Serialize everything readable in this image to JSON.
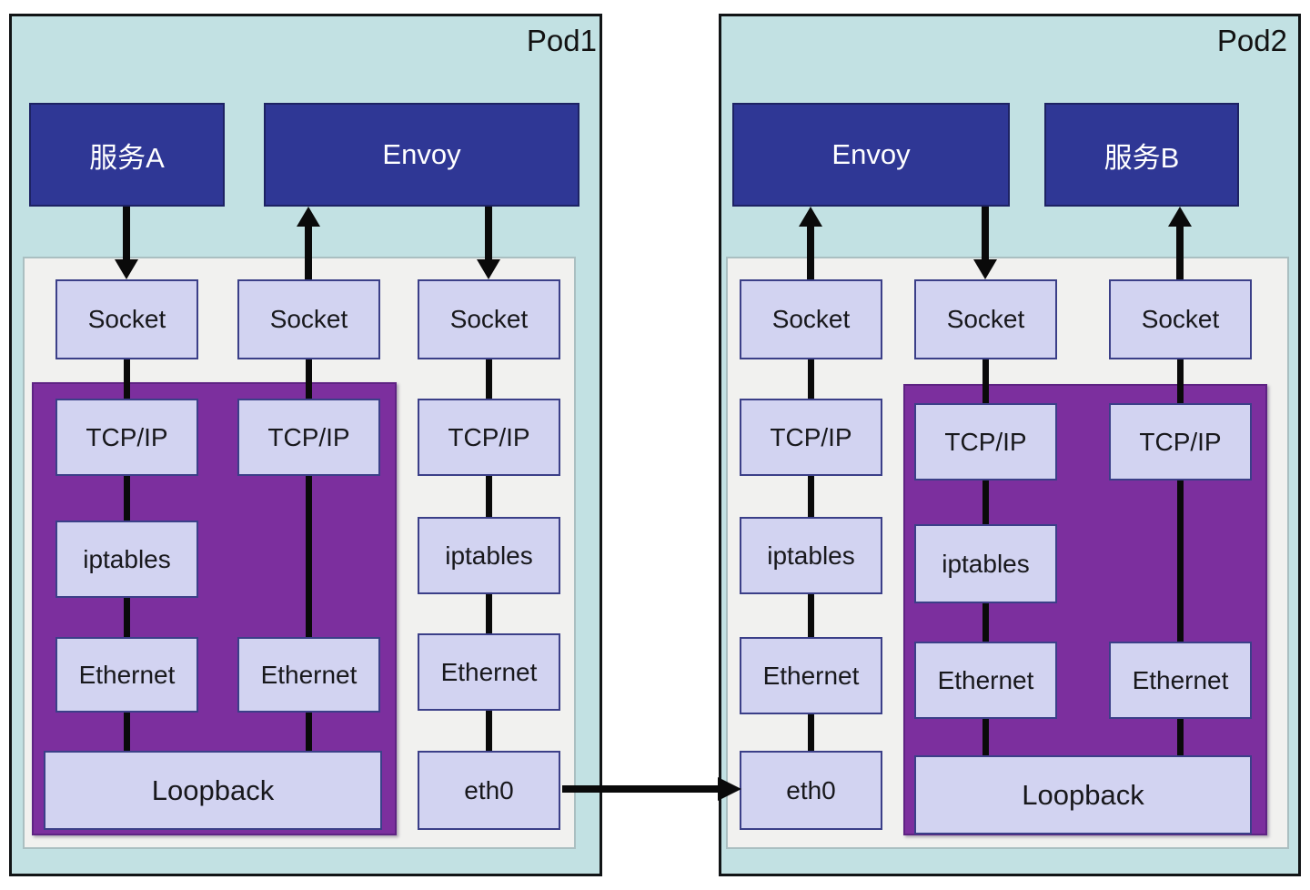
{
  "colors": {
    "pod_bg": "#c2e1e3",
    "pod_border": "#111416",
    "inner_bg": "#f1f1ef",
    "inner_border": "#aabfc1",
    "ns_bg": "#7c2f9e",
    "ns_border": "#5e2383",
    "node_bg": "#d2d3f1",
    "node_border": "#3b3f88",
    "service_bg": "#2f3795",
    "service_border": "#1d2263",
    "arrow": "#0a0a0a"
  },
  "pods": [
    {
      "label": "Pod1",
      "services": [
        {
          "label": "服务A"
        },
        {
          "label": "Envoy"
        }
      ],
      "columns": [
        {
          "nodes": [
            "Socket",
            "TCP/IP",
            "iptables",
            "Ethernet"
          ]
        },
        {
          "nodes": [
            "Socket",
            "TCP/IP",
            "Ethernet"
          ]
        },
        {
          "nodes": [
            "Socket",
            "TCP/IP",
            "iptables",
            "Ethernet",
            "eth0"
          ]
        }
      ],
      "loopback_label": "Loopback"
    },
    {
      "label": "Pod2",
      "services": [
        {
          "label": "Envoy"
        },
        {
          "label": "服务B"
        }
      ],
      "columns": [
        {
          "nodes": [
            "Socket",
            "TCP/IP",
            "iptables",
            "Ethernet",
            "eth0"
          ]
        },
        {
          "nodes": [
            "Socket",
            "TCP/IP",
            "iptables",
            "Ethernet"
          ]
        },
        {
          "nodes": [
            "Socket",
            "TCP/IP",
            "Ethernet"
          ]
        }
      ],
      "loopback_label": "Loopback"
    }
  ]
}
